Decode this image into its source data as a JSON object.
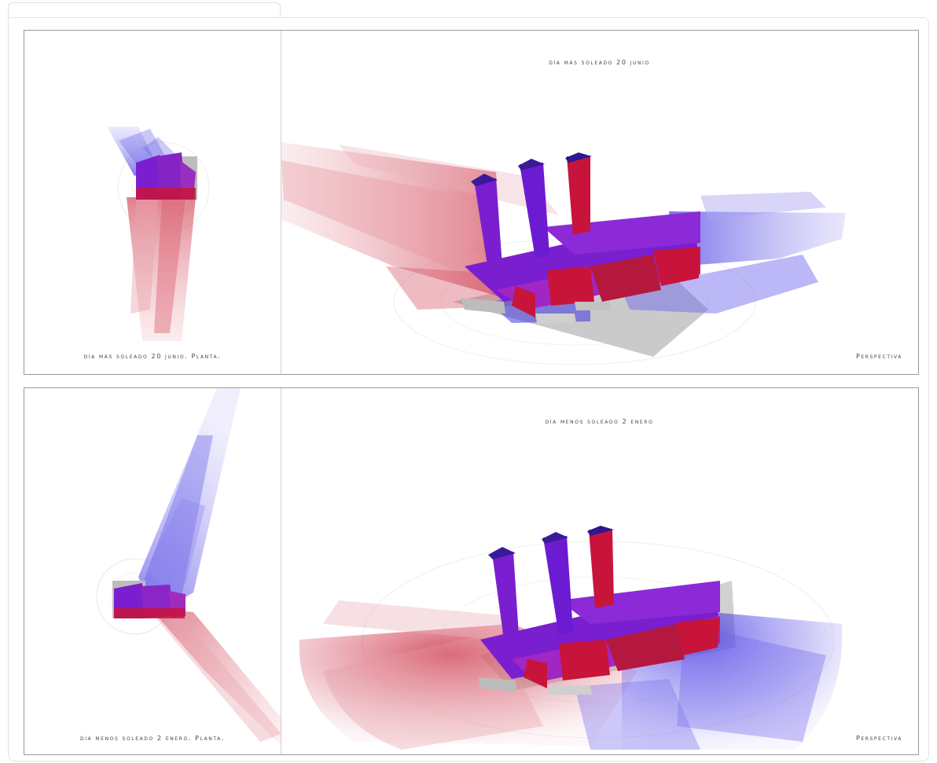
{
  "panels": {
    "summer": {
      "title": "día más soleado 20 junio",
      "plan_caption": "día más soleado 20 junio. Planta.",
      "perspective_caption": "Perspectiva"
    },
    "winter": {
      "title": "día menos soleado 2 enero",
      "plan_caption": "día menos soleado 2 enero. Planta.",
      "perspective_caption": "Perspectiva"
    }
  },
  "colors": {
    "shadow_red": "#d0283c",
    "shadow_blue": "#4a3ee0",
    "building_magenta": "#7a1fd0",
    "building_red": "#c8143a",
    "ground_gray": "#bdbdbd"
  }
}
